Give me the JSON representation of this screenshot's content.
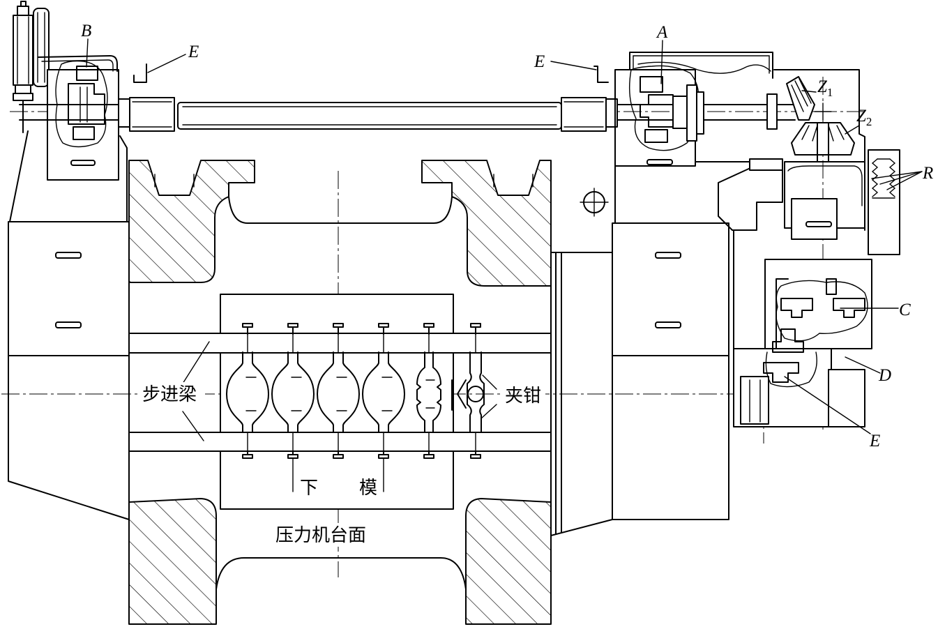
{
  "colors": {
    "line": "#000000",
    "background": "#ffffff"
  },
  "labels": {
    "b": "B",
    "e_top_left": "E",
    "a": "A",
    "e_top_right": "E",
    "z1": {
      "main": "Z",
      "sub": "1"
    },
    "z2": {
      "main": "Z",
      "sub": "2"
    },
    "r": "R",
    "c": "C",
    "d": "D",
    "e_bottom_right": "E",
    "walking_beam": "步进梁",
    "clamp": "夹钳",
    "lower_die_left": "下",
    "lower_die_right": "模",
    "press_table": "压力机台面"
  }
}
